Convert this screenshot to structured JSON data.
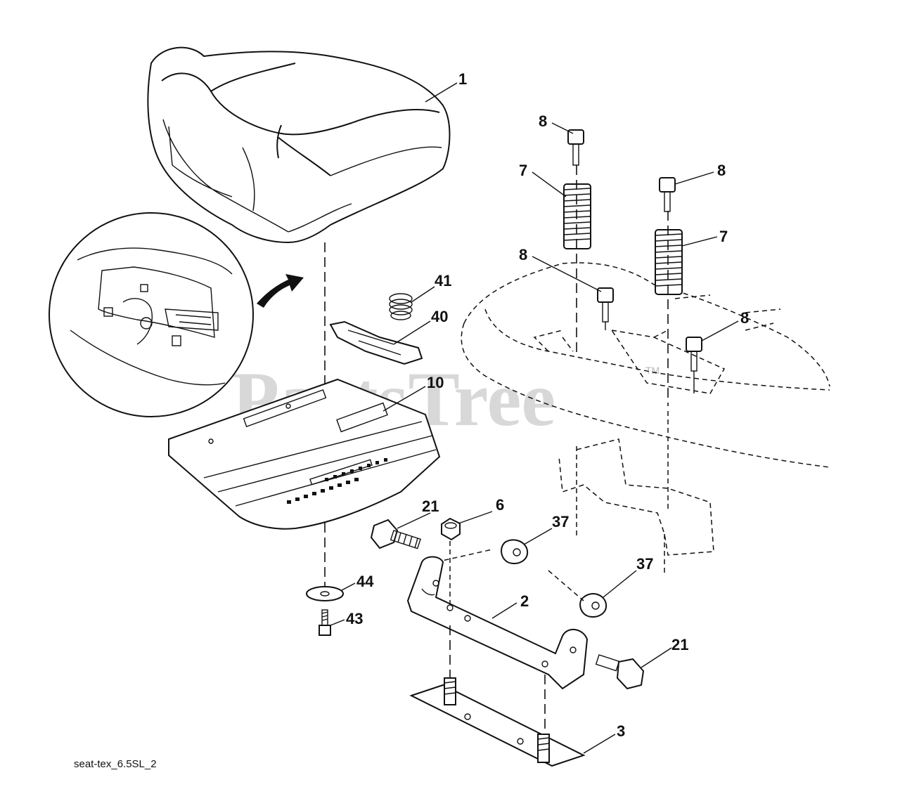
{
  "diagram": {
    "watermark": "PartsTree",
    "trademark": "TM",
    "caption": "seat-tex_6.5SL_2",
    "callouts": [
      "1",
      "8",
      "7",
      "8",
      "7",
      "8",
      "41",
      "40",
      "10",
      "8",
      "21",
      "6",
      "37",
      "37",
      "44",
      "43",
      "2",
      "21",
      "3"
    ]
  }
}
